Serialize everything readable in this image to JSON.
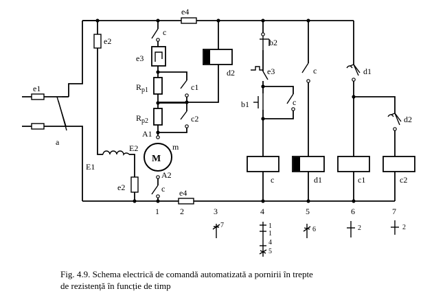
{
  "labels": {
    "e1": "e1",
    "a": "a",
    "e2_top": "e2",
    "E1": "E1",
    "E2": "E2",
    "e2_bottom": "e2",
    "e4_top": "e4",
    "e4_bottom": "e4",
    "c_top": "c",
    "e3": "e3",
    "Rp1": "R",
    "Rp1_sub": "p1",
    "c1": "c1",
    "Rp2": "R",
    "Rp2_sub": "p2",
    "c2": "c2",
    "A1": "A1",
    "m": "m",
    "M": "M",
    "A2": "A2",
    "c_bottom": "c",
    "d2_relay": "d2",
    "b2": "b2",
    "e3_time": "e3",
    "b1": "b1",
    "c_col4": "c",
    "coil_c": "c",
    "c_col5": "c",
    "coil_d1": "d1",
    "d1_contact": "d1",
    "coil_c1": "c1",
    "d2_contact": "d2",
    "coil_c2": "c2"
  },
  "columns": [
    "1",
    "2",
    "3",
    "4",
    "5",
    "6",
    "7"
  ],
  "contact_refs": {
    "col3": [
      "7"
    ],
    "col4": [
      "1",
      "1",
      "4",
      "5"
    ],
    "col5": [
      "6"
    ],
    "col6": [
      "2"
    ],
    "col7": [
      "2"
    ]
  },
  "caption": {
    "line1": "Fig. 4.9. Schema electrică de comandă automatizată a pornirii în trepte",
    "line2": "de rezistență în funcție de timp"
  }
}
